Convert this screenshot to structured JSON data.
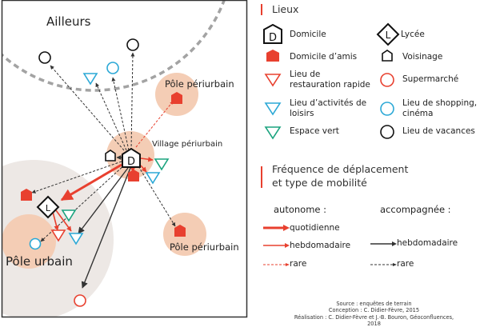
{
  "map": {
    "labels": {
      "ailleurs": "Ailleurs",
      "pole_periurbain_1": "Pôle périurbain",
      "village_periurbain": "Village périurbain",
      "pole_periurbain_2": "Pôle périurbain",
      "pole_urbain": "Pôle urbain"
    },
    "home_letter": "D",
    "lycee_letter": "L",
    "colors": {
      "autonome": "#e8402f",
      "accompagnee": "#333333",
      "zone_fill": "#f4cdb5",
      "urban_area_fill": "#ede8e5",
      "ailleurs_boundary": "#a3a3a3",
      "restauration": "#e8402f",
      "loisirs": "#2ba8d6",
      "espace_vert": "#1aa37e",
      "supermarche": "#e8402f",
      "shopping": "#2ba8d6",
      "vacances": "#111111"
    }
  },
  "legend": {
    "lieux_title": "Lieux",
    "lieux": [
      {
        "icon": "domicile-icon",
        "label": "Domicile"
      },
      {
        "icon": "lycee-icon",
        "label": "Lycée"
      },
      {
        "icon": "domicile-amis-icon",
        "label": "Domicile d’amis"
      },
      {
        "icon": "voisinage-icon",
        "label": "Voisinage"
      },
      {
        "icon": "restauration-triangle-icon",
        "label": "Lieu de restauration rapide"
      },
      {
        "icon": "supermarche-circle-icon",
        "label": "Supermarché"
      },
      {
        "icon": "loisirs-triangle-icon",
        "label": "Lieu d’activités de loisirs"
      },
      {
        "icon": "shopping-circle-icon",
        "label": "Lieu de shopping, cinéma"
      },
      {
        "icon": "espace-vert-triangle-icon",
        "label": "Espace vert"
      },
      {
        "icon": "vacances-circle-icon",
        "label": "Lieu de vacances"
      }
    ],
    "mobility_title_line1": "Fréquence de déplacement",
    "mobility_title_line2": "et type de mobilité",
    "autonome_header": "autonome :",
    "accompagnee_header": "accompagnée :",
    "autonome": [
      {
        "label": "quotidienne",
        "style": "thick-solid"
      },
      {
        "label": "hebdomadaire",
        "style": "solid"
      },
      {
        "label": "rare",
        "style": "dashed"
      }
    ],
    "accompagnee": [
      {
        "label": "hebdomadaire",
        "style": "solid"
      },
      {
        "label": "rare",
        "style": "dashed"
      }
    ]
  },
  "credits": {
    "source": "Source : enquêtes de terrain",
    "conception": "Conception : C. Didier-Fèvre, 2015",
    "realisation": "Réalisation : C. Didier-Fèvre et J.-B. Bouron, Géoconfluences, 2018"
  }
}
